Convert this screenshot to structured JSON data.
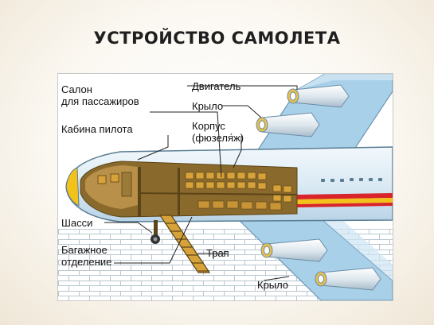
{
  "title": "УСТРОЙСТВО САМОЛЕТА",
  "labels": {
    "salon_line1": "Салон",
    "salon_line2": "для  пассажиров",
    "cockpit": "Кабина  пилота",
    "engine": "Двигатель",
    "wing_top": "Крыло",
    "body_line1": "Корпус",
    "body_line2": "(фюзеля́ж)",
    "chassis": "Шасси",
    "cargo_line1": "Багажное",
    "cargo_line2": "отделение",
    "ladder": "Трап",
    "wing_bottom": "Крыло"
  },
  "colors": {
    "sky": "#c9e7f5",
    "fuselage": "#e2eef7",
    "fuselage_outline": "#5a7d95",
    "wing": "#a8d0e8",
    "stripe_red": "#d8242a",
    "stripe_yellow": "#f2c21b",
    "interior": "#8a6a2c",
    "interior_light": "#b99049",
    "seats": "#d8a23a"
  }
}
